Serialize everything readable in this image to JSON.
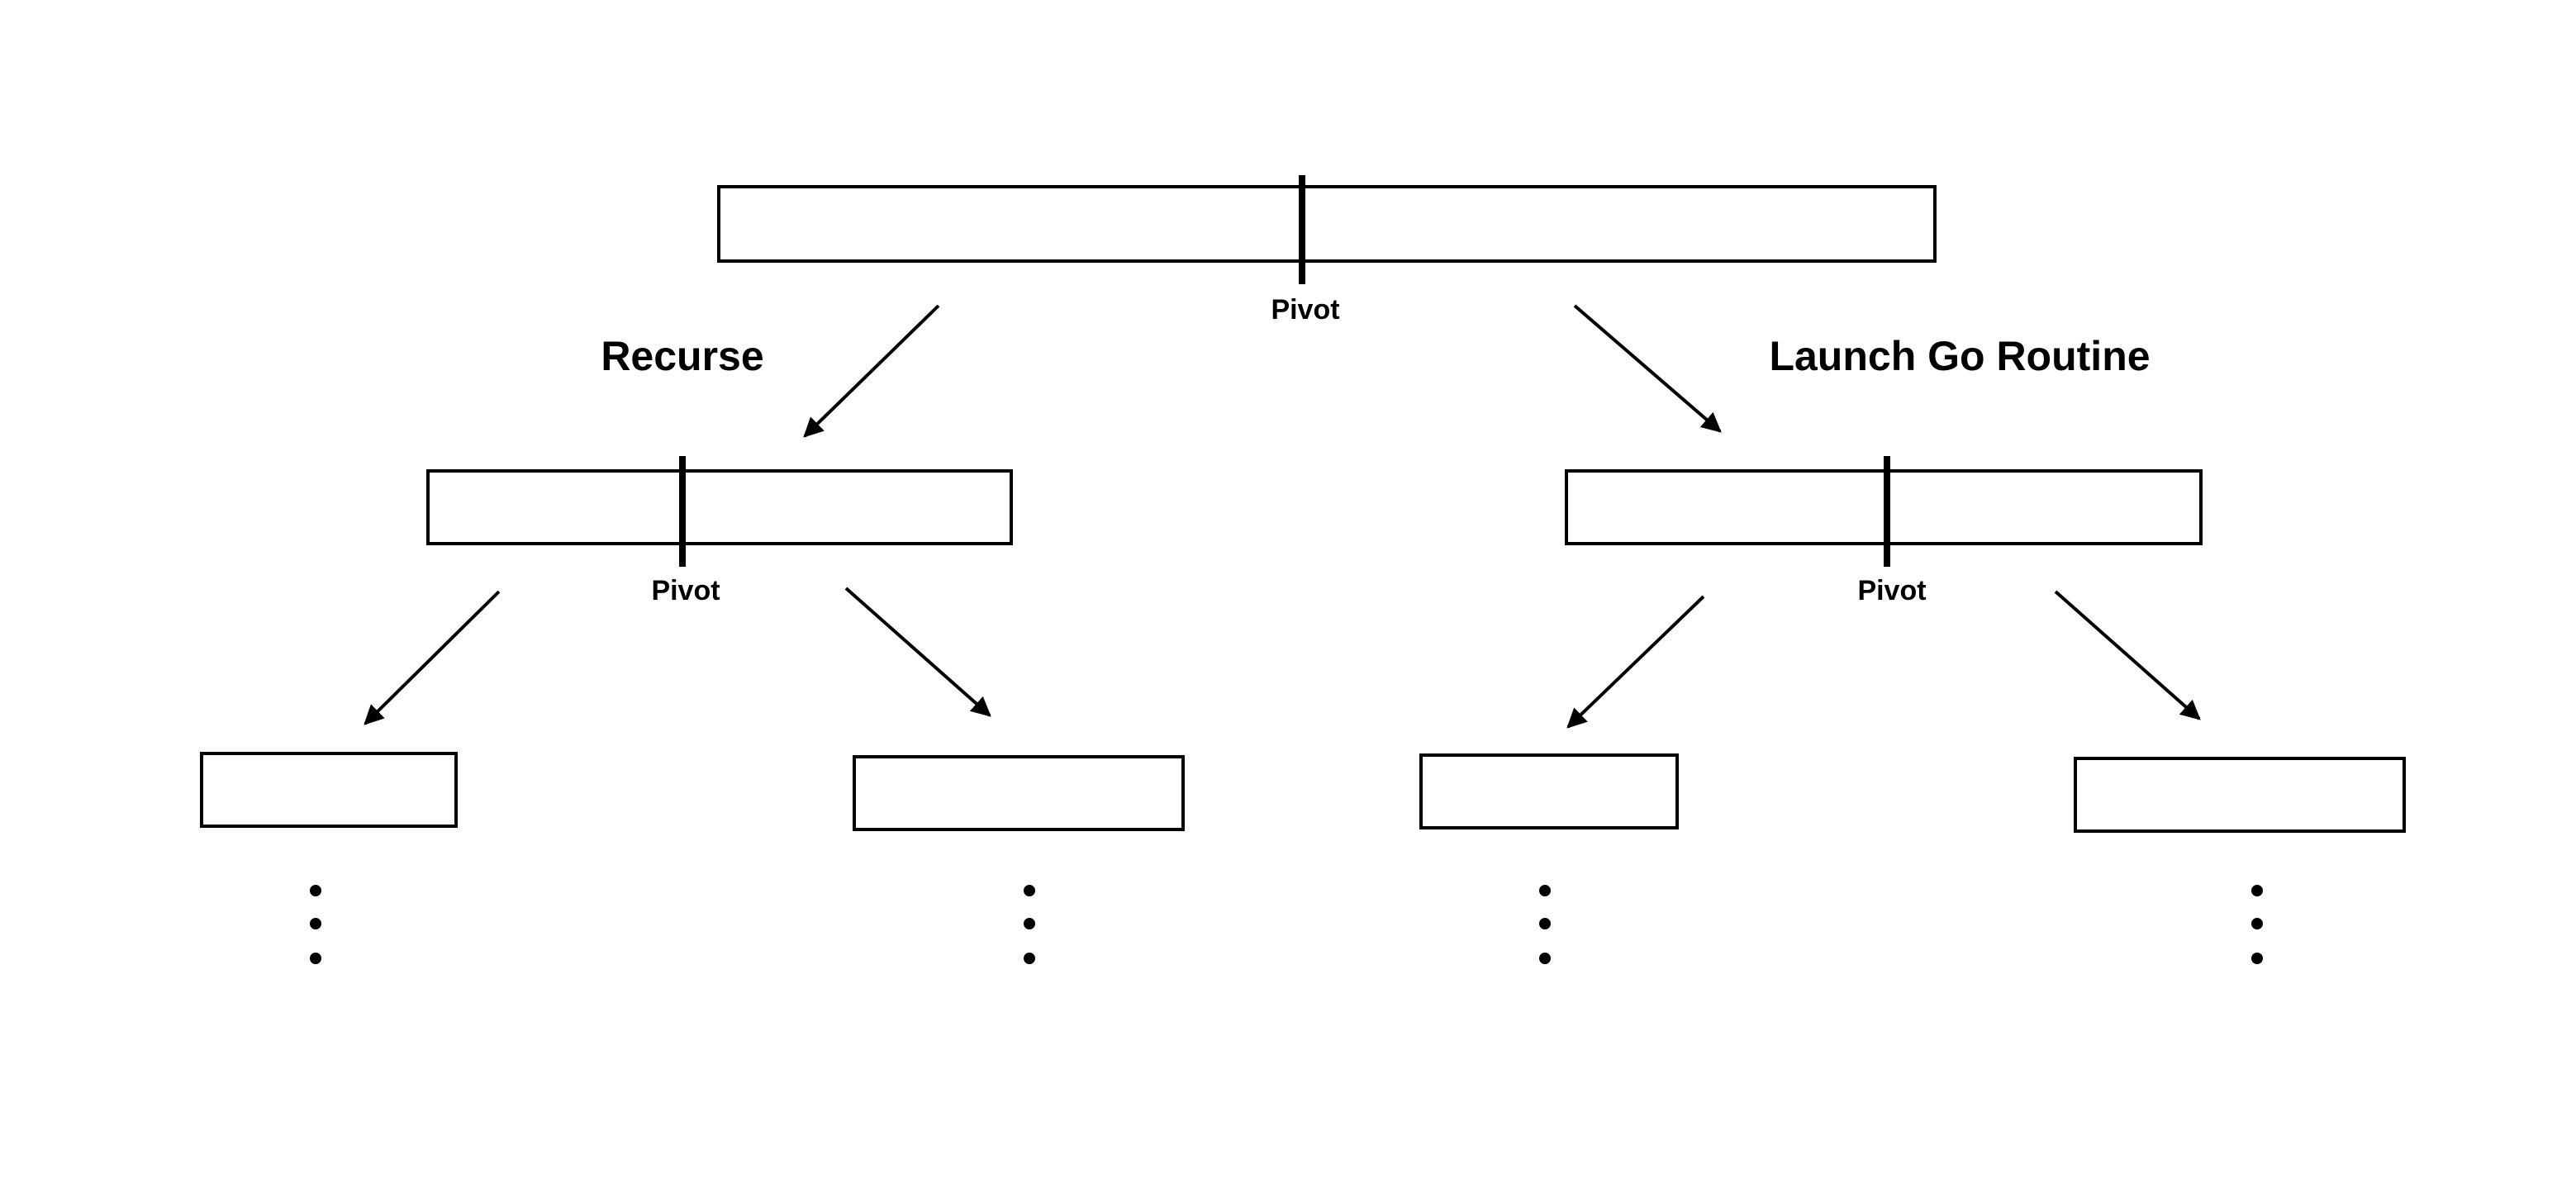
{
  "labels": {
    "pivot": "Pivot",
    "recurse": "Recurse",
    "launch": "Launch Go Routine"
  },
  "colors": {
    "stroke": "#000000",
    "background": "#ffffff"
  }
}
